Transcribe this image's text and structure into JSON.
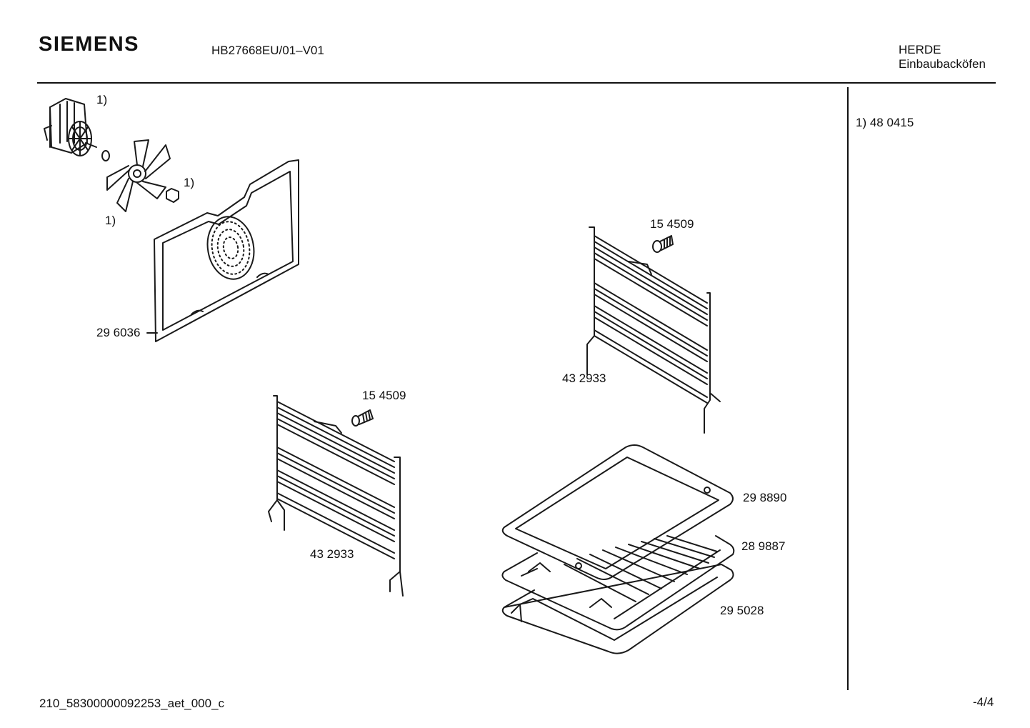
{
  "header": {
    "brand": "SIEMENS",
    "model": "HB27668EU/01–V01",
    "category": "HERDE",
    "subcategory": "Einbaubacköfen"
  },
  "note": "1)  48 0415",
  "footer": {
    "code": "210_58300000092253_aet_000_c",
    "page": "-4/4"
  },
  "labels": {
    "motor_ref": "1)",
    "fan_nut_ref": "1)",
    "fan_ref": "1)",
    "back_panel": "29 6036",
    "screw_right": "15 4509",
    "rack_right": "43 2933",
    "screw_left": "15 4509",
    "rack_left": "43 2933",
    "baking_tray": "29 8890",
    "grid_shelf": "28 9887",
    "deep_pan": "29 5028"
  }
}
